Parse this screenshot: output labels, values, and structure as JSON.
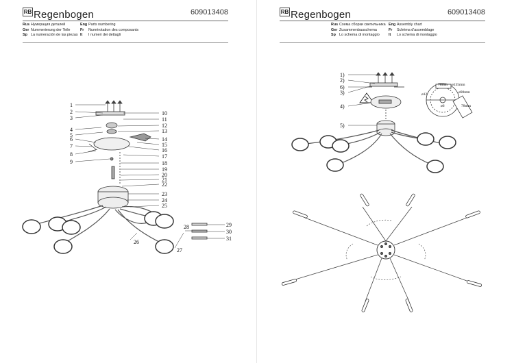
{
  "brand": {
    "mark": "RB",
    "name": "Regenbogen"
  },
  "pages": [
    {
      "code": "609013408",
      "headings": [
        {
          "lang": "Rus",
          "text": "Нумерация деталей"
        },
        {
          "lang": "Ger",
          "text": "Nummerierung der Teile"
        },
        {
          "lang": "Sp",
          "text": "La numeración de las piezas"
        },
        {
          "lang": "Eng",
          "text": "Parts numbering"
        },
        {
          "lang": "Fr",
          "text": "Numérotation des composants"
        },
        {
          "lang": "It",
          "text": "I numeri dei dettagli"
        }
      ],
      "part_numbers_left": [
        "1",
        "2",
        "3",
        "4",
        "5",
        "6",
        "7",
        "8",
        "9"
      ],
      "part_numbers_right": [
        "10",
        "11",
        "12",
        "13",
        "14",
        "15",
        "16",
        "17",
        "18",
        "19",
        "20",
        "21",
        "22",
        "23",
        "24",
        "25"
      ],
      "part_numbers_bottom": [
        "26",
        "27",
        "28",
        "29",
        "30",
        "31"
      ]
    },
    {
      "code": "609013408",
      "headings": [
        {
          "lang": "Rus",
          "text": "Схема сборки светильника"
        },
        {
          "lang": "Ger",
          "text": "Zusammenbauschema"
        },
        {
          "lang": "Sp",
          "text": "Lo schema di montaggio"
        },
        {
          "lang": "Eng",
          "text": "Assembly chart"
        },
        {
          "lang": "Fr",
          "text": "Schéma d'assemblage"
        },
        {
          "lang": "It",
          "text": "Lo schema di montaggio"
        }
      ],
      "step_labels": [
        "1)",
        "2)",
        "6)",
        "3)",
        "4)",
        "5)"
      ],
      "dimensions": [
        "78mm",
        "ø135mm",
        "ø12",
        "ø90mm",
        "ø6",
        "78mm"
      ]
    }
  ]
}
